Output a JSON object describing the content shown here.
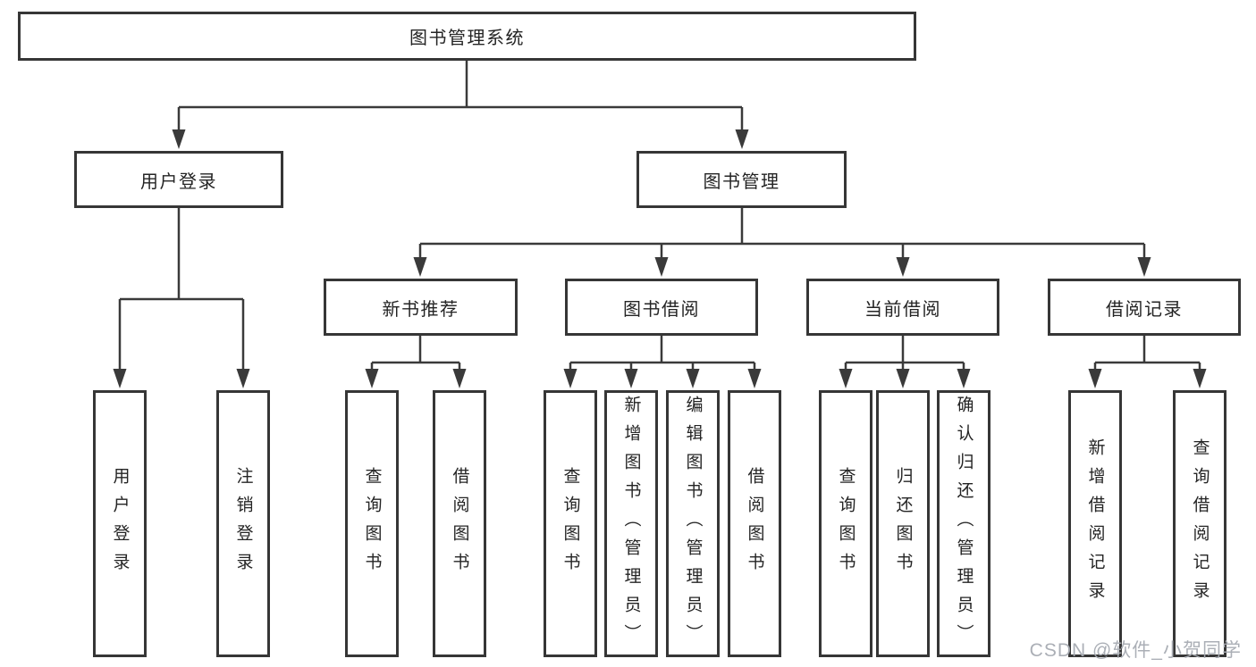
{
  "nodes": {
    "root": "图书管理系统",
    "user_login": "用户登录",
    "book_mgmt": "图书管理",
    "new_books": "新书推荐",
    "book_borrow": "图书借阅",
    "current_borrow": "当前借阅",
    "borrow_records": "借阅记录"
  },
  "leaves": {
    "user_login": "用户登录",
    "logout": "注销登录",
    "nb_query": "查询图书",
    "nb_borrow": "借阅图书",
    "bb_query": "查询图书",
    "bb_add": "新增图书（管理员）",
    "bb_edit": "编辑图书（管理员）",
    "bb_borrow": "借阅图书",
    "cb_query": "查询图书",
    "cb_return": "归还图书",
    "cb_confirm": "确认归还（管理员）",
    "br_add": "新增借阅记录",
    "br_query": "查询借阅记录"
  },
  "watermark": "CSDN @软件_小贺同学",
  "colors": {
    "line": "#3a3a3a",
    "border": "#363636",
    "text": "#242424",
    "watermark": "#a6abb2",
    "background": "#ffffff"
  }
}
